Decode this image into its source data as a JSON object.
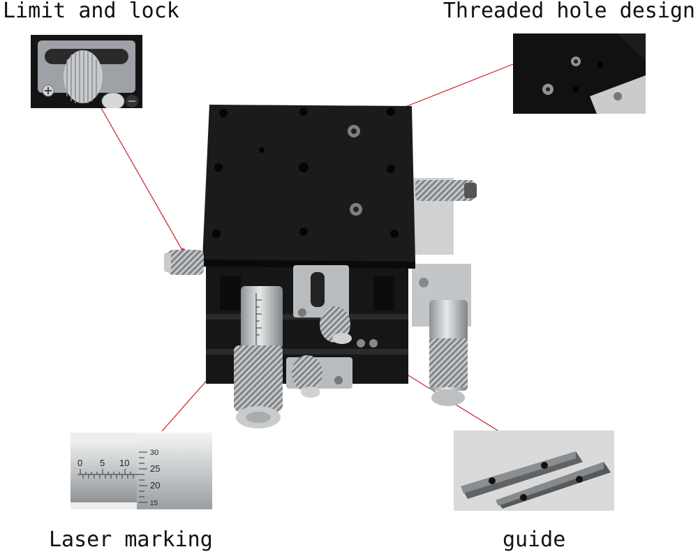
{
  "labels": {
    "limit_and_lock": "Limit and lock",
    "threaded_hole_design": "Threaded hole design",
    "laser_marking": "Laser marking",
    "guide": "guide"
  },
  "micrometer_scale": {
    "sleeve_numbers": [
      "0",
      "5",
      "10"
    ],
    "thimble_numbers": [
      "30",
      "25",
      "20",
      "15"
    ]
  },
  "colors": {
    "leader_line": "#c8202a",
    "anodized_black": "#1a1a1a",
    "steel": "#b9bcbf"
  }
}
